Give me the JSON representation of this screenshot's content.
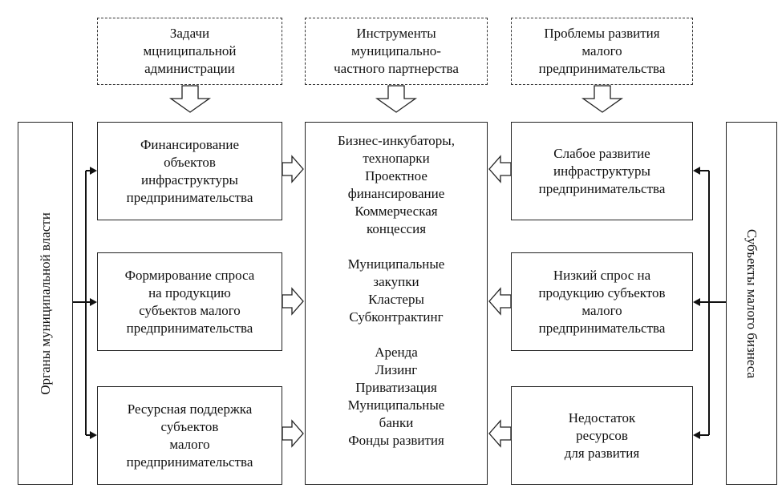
{
  "top": {
    "tasks": "Задачи\nмцниципальной\nадминистрации",
    "instruments": "Инструменты\nмуниципально-\nчастного партнерства",
    "problems": "Проблемы развития\nмалого\nпредпринимательства"
  },
  "left_boxes": [
    "Финансирование\nобъектов\nинфраструктуры\nпредпринимательства",
    "Формирование спроса\nна продукцию\nсубъектов малого\nпредпринимательства",
    "Ресурсная поддержка\nсубъектов\nмалого\nпредпринимательства"
  ],
  "center": {
    "group1": "Бизнес-инкубаторы,\nтехнопарки\nПроектное\nфинансирование\nКоммерческая\nконцессия",
    "group2": "Муниципальные\nзакупки\nКластеры\nСубконтрактинг",
    "group3": "Аренда\nЛизинг\nПриватизация\nМуниципальные\nбанки\nФонды развития"
  },
  "right_boxes": [
    "Слабое развитие\nинфраструктуры\nпредпринимательства",
    "Низкий спрос на\nпродукцию субъектов\nмалого\nпредпринимательства",
    "Недостаток\nресурсов\nдля развития"
  ],
  "side": {
    "left": "Органы муниципальной власти",
    "right": "Субъекты малого бизнеса"
  }
}
